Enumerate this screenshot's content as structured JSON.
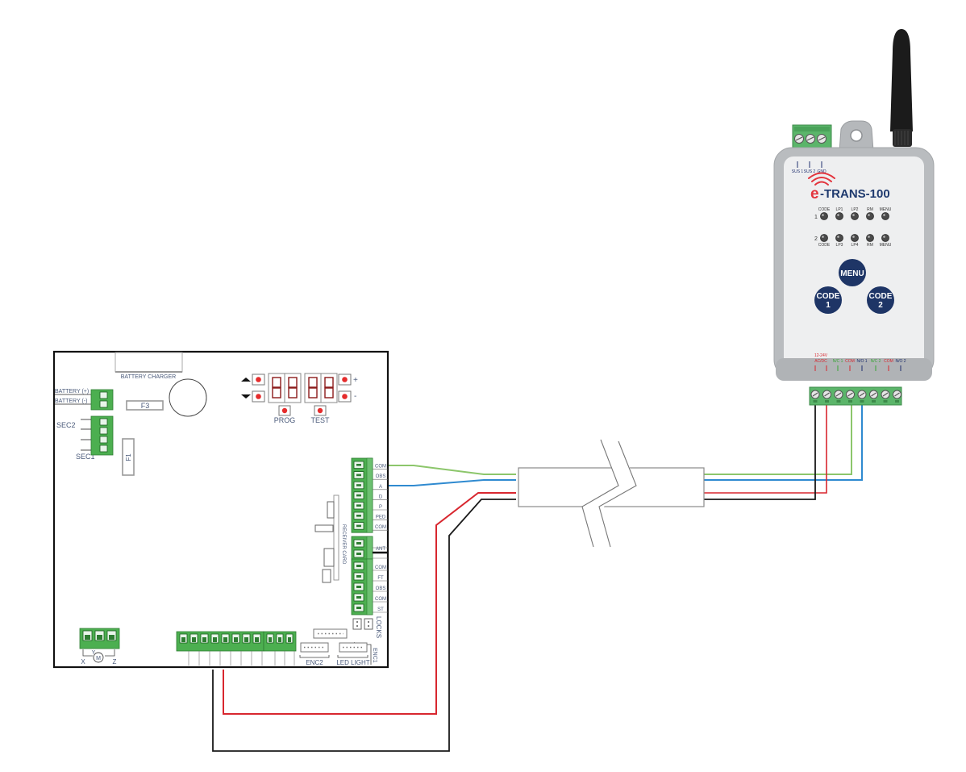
{
  "controller": {
    "labels": {
      "battery_charger": "BATTERY CHARGER",
      "battery_plus": "BATTERY (+)",
      "battery_minus": "BATTERY (-)",
      "sec2": "SEC2",
      "sec1": "SEC1",
      "fuse_f3": "F3",
      "fuse_f1": "F1",
      "prog": "PROG",
      "test": "TEST",
      "plus": "+",
      "minus": "-",
      "receiver_card": "RECEIVER CARD",
      "locks": "LOCKS",
      "enc1": "ENC1",
      "enc2": "ENC2",
      "led_light": "LED LIGHT",
      "motor_x": "X",
      "motor_y": "Y",
      "motor_z": "Z",
      "motor_m": "M"
    },
    "right_terminals_top": [
      "COM",
      "OBS",
      "A",
      "D",
      "P",
      "PED",
      "COM"
    ],
    "right_terminals_ant": [
      "ANT"
    ],
    "right_terminals_bottom": [
      "COM",
      "FT",
      "OBS",
      "COM",
      "ST"
    ],
    "bottom_terminal_count": 8,
    "bottom_terminal2_count": 3,
    "motor_terminal_count": 3
  },
  "transmitter": {
    "brand_prefix": "e",
    "brand_name": "-TRANS-100",
    "top_terminals": [
      "SUS 1",
      "SUS 2",
      "GND"
    ],
    "led_row1": {
      "index": "1",
      "labels": [
        "CODE",
        "LP1",
        "LP2",
        "RM",
        "MENU"
      ]
    },
    "led_row2": {
      "index": "2",
      "labels": [
        "CODE",
        "LP3",
        "LP4",
        "RM",
        "MENU"
      ]
    },
    "buttons": {
      "menu": "MENU",
      "code1_line1": "CODE",
      "code1_line2": "1",
      "code2_line1": "CODE",
      "code2_line2": "2"
    },
    "bottom_terminals": [
      {
        "label": "12-24V",
        "label2": "AC/DC",
        "color": "#d8272f"
      },
      {
        "label": "N/C 1",
        "color": "#3aa537"
      },
      {
        "label": "COM",
        "color": "#d8272f"
      },
      {
        "label": "N/O 1",
        "color": "#1f2f6e"
      },
      {
        "label": "N/C 2",
        "color": "#3aa537"
      },
      {
        "label": "COM",
        "color": "#d8272f"
      },
      {
        "label": "N/O 2",
        "color": "#1f2f6e"
      }
    ]
  },
  "wires": {
    "green": "#8cc66b",
    "blue": "#2f8ad0",
    "red": "#d8272f",
    "black": "#1a1a1a"
  },
  "colors": {
    "terminal_green": "#4caf50",
    "terminal_dark": "#2e7d32",
    "button_blue": "#1e3566",
    "led_red": "#e52c2c",
    "device_grey": "#b9bcbf",
    "device_face": "#eeeff0"
  }
}
